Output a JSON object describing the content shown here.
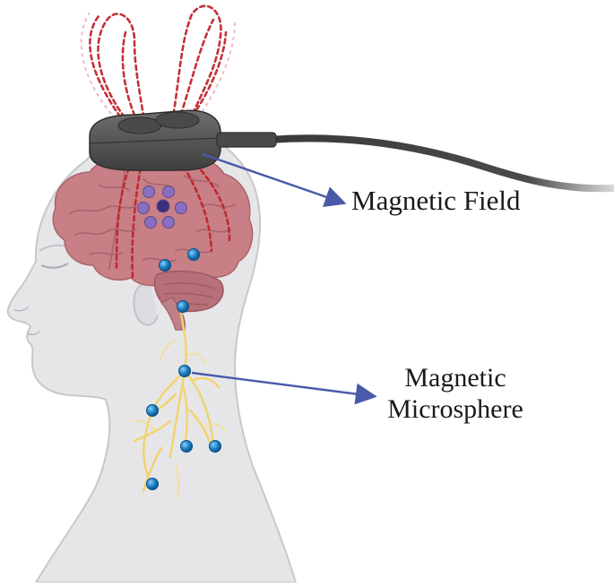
{
  "labels": {
    "magnetic_field": "Magnetic Field",
    "microsphere_line1": "Magnetic",
    "microsphere_line2": "Microsphere"
  },
  "colors": {
    "skin": "#e6e6e8",
    "skin_outline": "#c8c8cc",
    "brain": "#c87f86",
    "brain_dark": "#a8646c",
    "cerebellum": "#b87078",
    "device": "#5a5a5a",
    "field_lines": "#c0262c",
    "nerve": "#f2d36b",
    "microsphere": "#1f7fc0",
    "particle": "#8a6fc0",
    "arrow": "#4a5aa8"
  },
  "icons": {
    "device": "tms-coil-icon",
    "microsphere": "sphere-icon"
  }
}
